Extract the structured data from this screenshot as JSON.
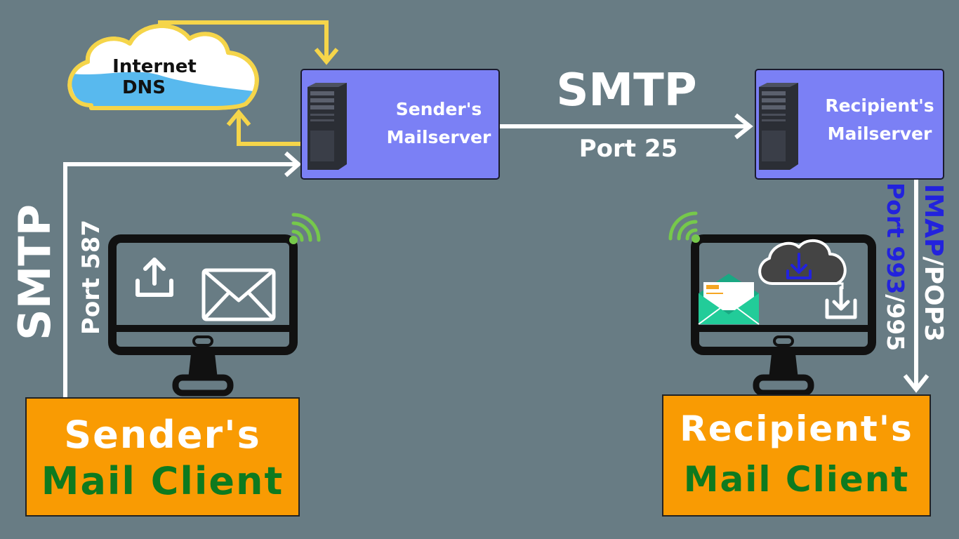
{
  "colors": {
    "background": "#687c84",
    "server_fill": "#7b80f5",
    "client_fill": "#f99b03",
    "client_accent_text": "#0e7a1f",
    "dns_arrow": "#f5d54a",
    "arrow": "#ffffff",
    "imap_highlight": "#2222dd",
    "wifi": "#76c84b"
  },
  "dns": {
    "line1": "Internet",
    "line2": "DNS"
  },
  "sender_server": {
    "line1": "Sender's",
    "line2": "Mailserver"
  },
  "recipient_server": {
    "line1": "Recipient's",
    "line2": "Mailserver"
  },
  "server_link": {
    "protocol": "SMTP",
    "port": "Port 25"
  },
  "submission": {
    "protocol": "SMTP",
    "port": "Port 587"
  },
  "retrieval": {
    "protocol_a": "IMAP",
    "separator": "/",
    "protocol_b": "POP3",
    "port_a": "Port 993",
    "port_b": "995"
  },
  "sender_client": {
    "line1": "Sender's",
    "line2": "Mail Client"
  },
  "recipient_client": {
    "line1": "Recipient's",
    "line2": "Mail Client"
  },
  "icons": [
    "cloud-icon",
    "server-tower-icon",
    "monitor-icon",
    "upload-icon",
    "envelope-icon",
    "open-envelope-icon",
    "cloud-download-icon",
    "download-icon",
    "wifi-icon"
  ]
}
